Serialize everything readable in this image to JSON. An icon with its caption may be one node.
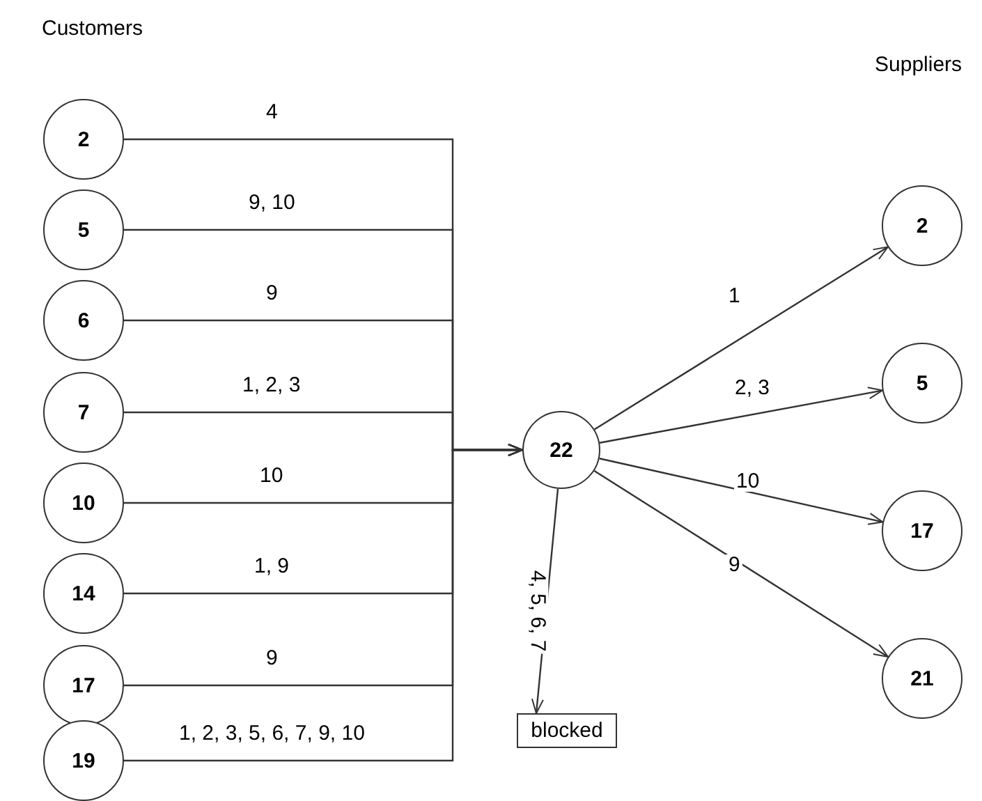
{
  "diagram": {
    "nodes": [
      {
        "text": [
          "2"
        ]
      },
      {
        "text": [
          "5"
        ]
      },
      {
        "text": [
          "6"
        ]
      },
      {
        "text": [
          "7"
        ]
      },
      {
        "text": [
          "10"
        ]
      },
      {
        "text": [
          "14"
        ]
      },
      {
        "text": [
          "17"
        ]
      },
      {
        "text": [
          "19"
        ]
      },
      {
        "text": [
          "22"
        ]
      },
      {
        "text": [
          "2"
        ]
      },
      {
        "text": [
          "5"
        ]
      },
      {
        "text": [
          "17"
        ]
      },
      {
        "text": [
          "21"
        ]
      },
      {
        "text": [
          "blocked"
        ]
      }
    ],
    "edges": [
      {
        "from": 0,
        "to": 8,
        "arrow": "to",
        "label": "4"
      },
      {
        "from": 1,
        "to": 8,
        "arrow": "to",
        "label": "9, 10"
      },
      {
        "from": 2,
        "to": 8,
        "arrow": "to",
        "label": "9"
      },
      {
        "from": 3,
        "to": 8,
        "arrow": "to",
        "label": "1, 2, 3"
      },
      {
        "from": 4,
        "to": 8,
        "arrow": "to",
        "label": "10"
      },
      {
        "from": 5,
        "to": 8,
        "arrow": "to",
        "label": "1, 9"
      },
      {
        "from": 6,
        "to": 8,
        "arrow": "to",
        "label": "9"
      },
      {
        "from": 7,
        "to": 8,
        "arrow": "to",
        "label": "1, 2, 3, 5, 6, 7, 9, 10"
      },
      {
        "from": 8,
        "to": 9,
        "arrow": "to",
        "label": "1"
      },
      {
        "from": 8,
        "to": 10,
        "arrow": "to",
        "label": "2, 3"
      },
      {
        "from": 8,
        "to": 11,
        "arrow": "to",
        "label": "10"
      },
      {
        "from": 8,
        "to": 12,
        "arrow": "to",
        "label": "9"
      },
      {
        "from": 8,
        "to": 13,
        "arrow": "to",
        "label": "4, 5, 6, 7"
      }
    ],
    "labels": [
      "Customers",
      "Suppliers"
    ]
  }
}
